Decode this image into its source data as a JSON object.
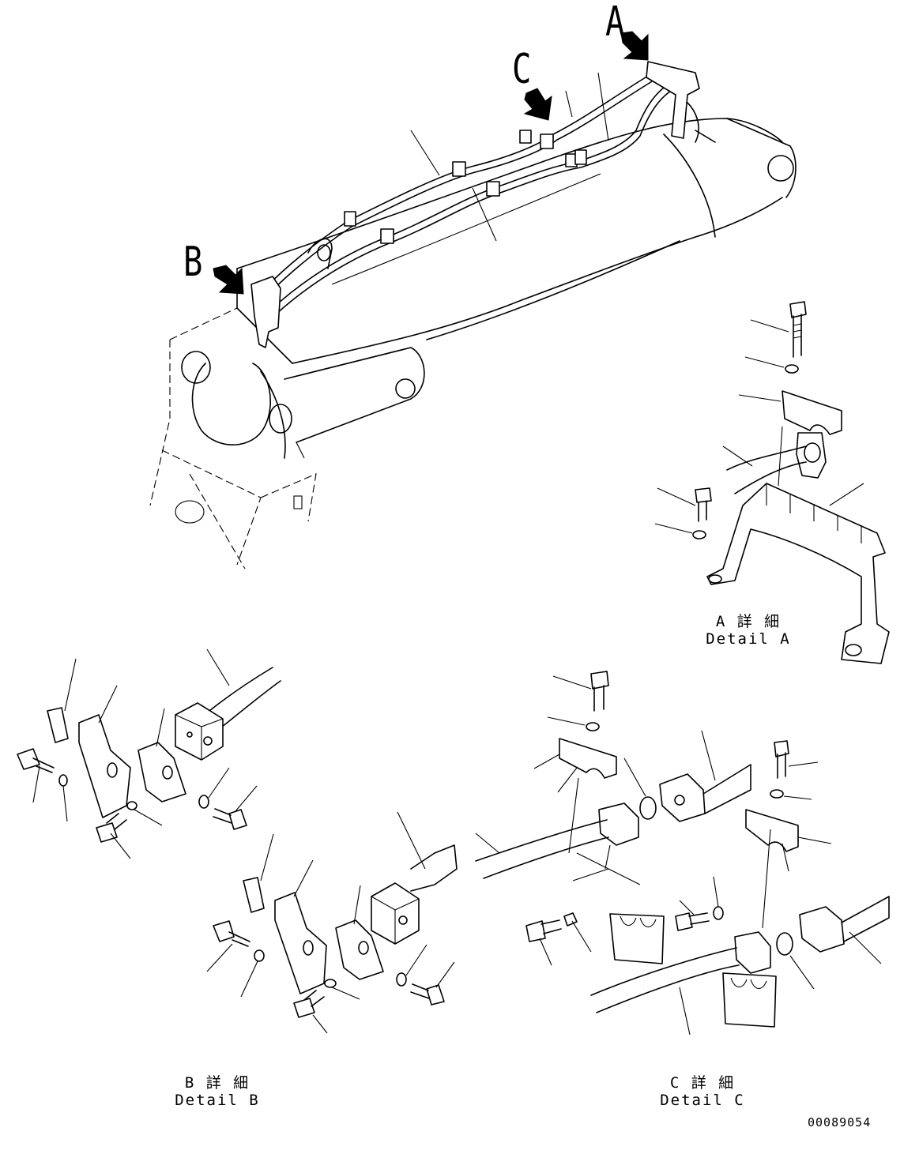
{
  "callouts": {
    "a": "A",
    "b": "B",
    "c": "C"
  },
  "captions": {
    "detail_a_jp": "A 詳 細",
    "detail_a_en": "Detail A",
    "detail_b_jp": "B 詳 細",
    "detail_b_en": "Detail B",
    "detail_c_jp": "C 詳 細",
    "detail_c_en": "Detail C"
  },
  "doc_number": "00089054",
  "colors": {
    "ink": "#000000",
    "paper": "#ffffff"
  }
}
